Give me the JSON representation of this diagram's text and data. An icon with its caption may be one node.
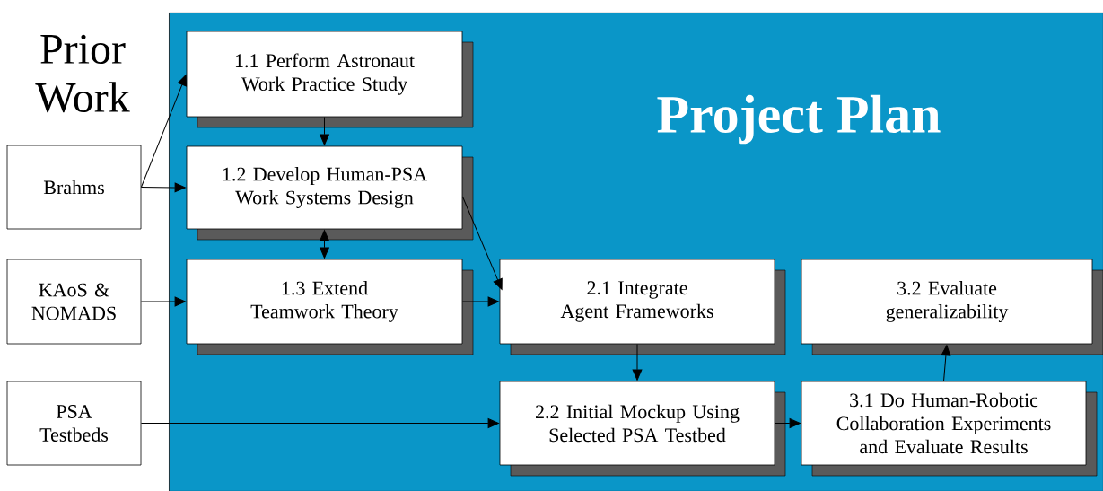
{
  "diagram": {
    "nodes": [
      {
        "text": [
          "Project Plan"
        ]
      },
      {
        "text": [
          "1.1 Perform Astronaut Work Practice Study"
        ],
        "in": 0
      },
      {
        "text": [
          "Brahms"
        ]
      },
      {
        "text": [
          "1.2 Develop Human-PSA Work Systems Design"
        ],
        "in": 0
      },
      {
        "text": [
          "KAoS & NOMADS"
        ]
      },
      {
        "text": [
          "1.3 Extend Teamwork Theory"
        ],
        "in": 0
      },
      {
        "text": [
          "2.1 Integrate Agent Frameworks"
        ],
        "in": 0
      },
      {
        "text": [
          "3.2 Evaluate generalizability"
        ],
        "in": 0
      },
      {
        "text": [
          "PSA Testbeds"
        ]
      },
      {
        "text": [
          "2.2 Initial Mockup Using Selected PSA Testbed"
        ],
        "in": 0
      },
      {
        "text": [
          "3.1 Do Human-Robotic Collaboration Experiments and Evaluate Results"
        ],
        "in": 0
      }
    ],
    "edges": [
      {
        "from": 2,
        "to": 1,
        "arrow": "to"
      },
      {
        "from": 2,
        "to": 3,
        "arrow": "to"
      },
      {
        "from": 1,
        "to": 3,
        "arrow": "to"
      },
      {
        "from": 3,
        "to": 5,
        "arrow": "both"
      },
      {
        "from": 4,
        "to": 5,
        "arrow": "to"
      },
      {
        "from": 3,
        "to": 6,
        "arrow": "to"
      },
      {
        "from": 5,
        "to": 6,
        "arrow": "to"
      },
      {
        "from": 6,
        "to": 9,
        "arrow": "to"
      },
      {
        "from": 8,
        "to": 9,
        "arrow": "to"
      },
      {
        "from": 9,
        "to": 10,
        "arrow": "to"
      },
      {
        "from": 10,
        "to": 7,
        "arrow": "to"
      }
    ],
    "labels": [
      "Prior Work"
    ]
  }
}
